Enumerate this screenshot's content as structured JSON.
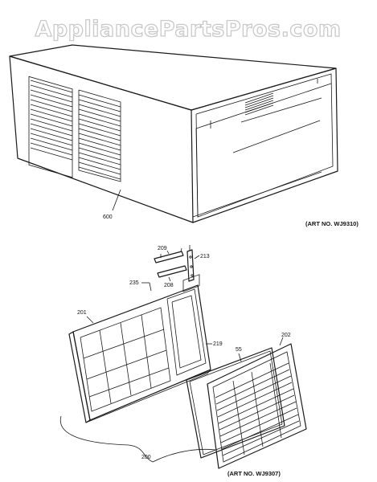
{
  "watermark": "AppliancePartsPros.com",
  "top_assembly": {
    "art_number": "(ART NO. WJ9310)",
    "callouts": [
      "600"
    ]
  },
  "bottom_assembly": {
    "art_number": "(ART NO. WJ9307)",
    "callouts": [
      "209",
      "213",
      "235",
      "208",
      "201",
      "219",
      "55",
      "202",
      "200"
    ]
  }
}
